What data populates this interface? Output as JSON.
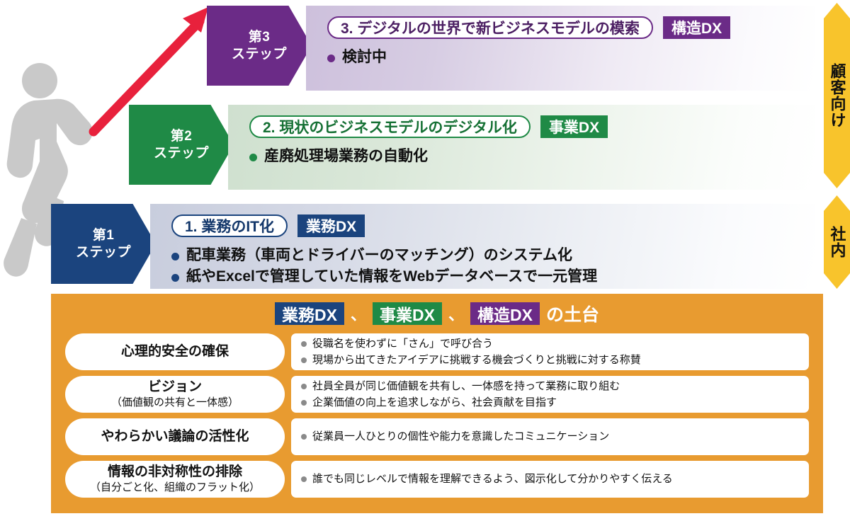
{
  "steps": [
    {
      "chevron_line1": "第3",
      "chevron_line2": "ステップ",
      "pill": "3. デジタルの世界で新ビジネスモデルの模索",
      "tag": "構造DX",
      "bullets": [
        "検討中"
      ],
      "color": "#6B2B87"
    },
    {
      "chevron_line1": "第2",
      "chevron_line2": "ステップ",
      "pill": "2. 現状のビジネスモデルのデジタル化",
      "tag": "事業DX",
      "bullets": [
        "産廃処理場業務の自動化"
      ],
      "color": "#1F8A46"
    },
    {
      "chevron_line1": "第1",
      "chevron_line2": "ステップ",
      "pill": "1. 業務のIT化",
      "tag": "業務DX",
      "bullets": [
        "配車業務（車両とドライバーのマッチング）のシステム化",
        "紙やExcelで管理していた情報をWebデータベースで一元管理"
      ],
      "color": "#1B447E"
    }
  ],
  "side_arrows": {
    "customer": "顧客向け",
    "internal": "社内",
    "color": "#F8C42C"
  },
  "foundation": {
    "background_color": "#E89B30",
    "title": {
      "tag1": "業務DX",
      "sep1": "、",
      "tag2": "事業DX",
      "sep2": "、",
      "tag3": "構造DX",
      "tail": "の土台"
    },
    "rows": [
      {
        "name": "心理的安全の確保",
        "sub": "",
        "bullets": [
          "役職名を使わずに「さん」で呼び合う",
          "現場から出てきたアイデアに挑戦する機会づくりと挑戦に対する称賛"
        ]
      },
      {
        "name": "ビジョン",
        "sub": "（価値観の共有と一体感）",
        "bullets": [
          "社員全員が同じ価値観を共有し、一体感を持って業務に取り組む",
          "企業価値の向上を追求しながら、社会貢献を目指す"
        ]
      },
      {
        "name": "やわらかい議論の活性化",
        "sub": "",
        "bullets": [
          "従業員一人ひとりの個性や能力を意識したコミュニケーション"
        ]
      },
      {
        "name": "情報の非対称性の排除",
        "sub": "（自分ごと化、組織のフラット化）",
        "bullets": [
          "誰でも同じレベルで情報を理解できるよう、図示化して分かりやすく伝える"
        ]
      }
    ]
  },
  "decor": {
    "person_icon": "climbing-person-icon",
    "arrow_icon": "upward-red-arrow-icon",
    "person_color": "#C9C9C9",
    "arrow_color": "#E8213C"
  }
}
